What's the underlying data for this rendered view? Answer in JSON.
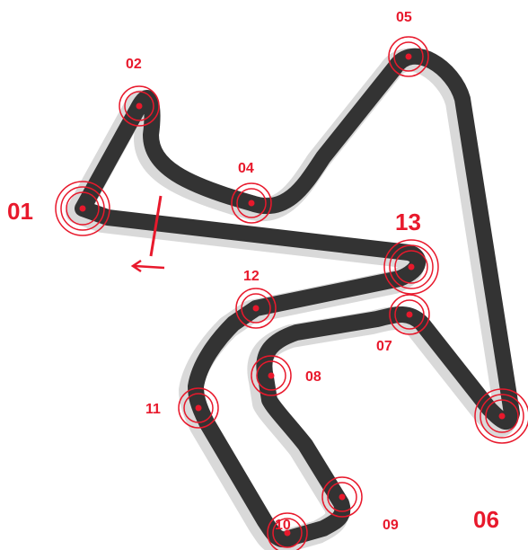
{
  "colors": {
    "track": "#333333",
    "track_shadow": "#d9d9d9",
    "accent": "#e8192c",
    "background": "#ffffff"
  },
  "turns": [
    {
      "label": "01",
      "emphasis": "major"
    },
    {
      "label": "02",
      "emphasis": "minor"
    },
    {
      "label": "04",
      "emphasis": "minor"
    },
    {
      "label": "05",
      "emphasis": "minor"
    },
    {
      "label": "13",
      "emphasis": "major"
    },
    {
      "label": "12",
      "emphasis": "minor"
    },
    {
      "label": "07",
      "emphasis": "minor"
    },
    {
      "label": "08",
      "emphasis": "minor"
    },
    {
      "label": "11",
      "emphasis": "minor"
    },
    {
      "label": "06",
      "emphasis": "major"
    },
    {
      "label": "10",
      "emphasis": "minor"
    },
    {
      "label": "09",
      "emphasis": "minor"
    }
  ],
  "start_finish": {
    "marker": "start-finish-line",
    "direction": "left"
  }
}
